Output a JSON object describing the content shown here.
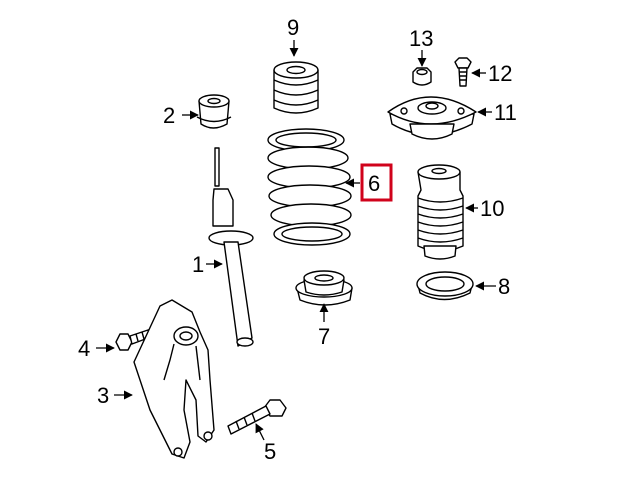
{
  "diagram": {
    "callouts": [
      {
        "id": "1",
        "text": "1"
      },
      {
        "id": "2",
        "text": "2"
      },
      {
        "id": "3",
        "text": "3"
      },
      {
        "id": "4",
        "text": "4"
      },
      {
        "id": "5",
        "text": "5"
      },
      {
        "id": "6",
        "text": "6",
        "highlighted": true
      },
      {
        "id": "7",
        "text": "7"
      },
      {
        "id": "8",
        "text": "8"
      },
      {
        "id": "9",
        "text": "9"
      },
      {
        "id": "10",
        "text": "10"
      },
      {
        "id": "11",
        "text": "11"
      },
      {
        "id": "12",
        "text": "12"
      },
      {
        "id": "13",
        "text": "13"
      }
    ],
    "highlight_color": "#d0021b"
  }
}
